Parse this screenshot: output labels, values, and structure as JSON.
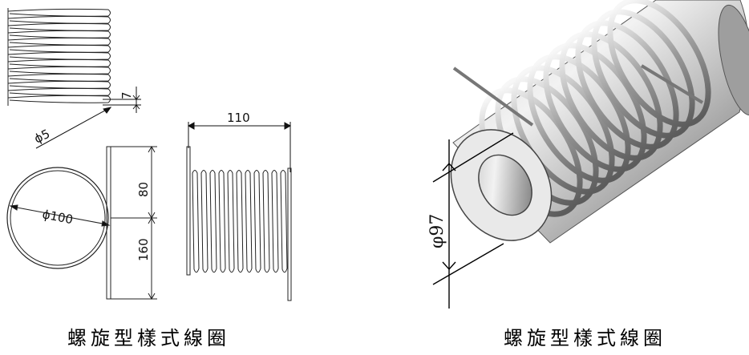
{
  "left_panel": {
    "dim_coil_pitch": "7",
    "dim_wire_diameter": "ϕ5",
    "dim_ring_diameter": "ϕ100",
    "dim_upper_height": "80",
    "dim_lower_height": "160",
    "dim_coil_length": "110",
    "caption": "螺旋型樣式線圈"
  },
  "right_panel": {
    "dim_pipe_diameter": "φ97",
    "caption": "螺旋型樣式線圈"
  }
}
